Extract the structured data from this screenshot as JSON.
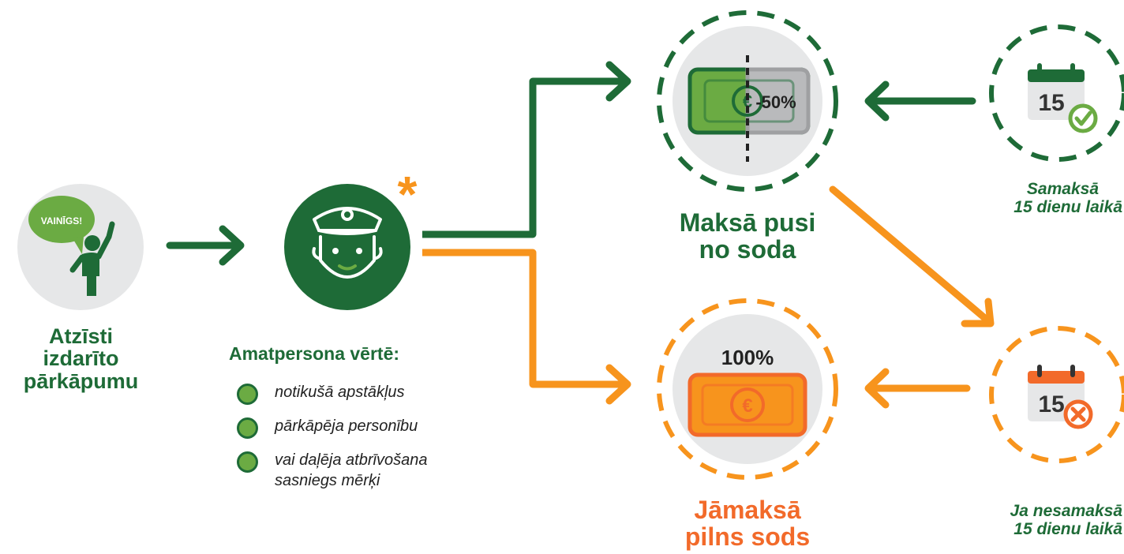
{
  "admit": {
    "bubble": "VAINĪGS!",
    "label_lines": [
      "Atzīsti",
      "izdarīto",
      "pārkāpumu"
    ]
  },
  "official": {
    "asterisk": "*",
    "heading": "Amatpersona vērtē:",
    "criteria": [
      {
        "text": "notikušā apstākļus"
      },
      {
        "text": "pārkāpēja personību"
      },
      {
        "text": "vai daļēja atbrīvošana\nsasniegs mērķi"
      }
    ]
  },
  "half_fine": {
    "badge": "-50%",
    "label_lines": [
      "Maksā pusi",
      "no soda"
    ]
  },
  "full_fine": {
    "badge": "100%",
    "label_lines": [
      "Jāmaksā",
      "pilns sods"
    ]
  },
  "paid_on_time": {
    "day": "15",
    "caption_lines": [
      "Samaksā",
      "15 dienu laikā"
    ]
  },
  "not_paid": {
    "day": "15",
    "caption_lines": [
      "Ja nesamaksā",
      "15 dienu laikā"
    ]
  },
  "colors": {
    "green": "#1e6b37",
    "light_green": "#6bab43",
    "orange": "#f7941d",
    "red_orange": "#f26a2a",
    "gray": "#e6e7e8"
  },
  "icons": [
    "person-waving-icon",
    "speech-bubble-icon",
    "officer-face-icon",
    "banknote-icon",
    "euro-coin-icon",
    "calendar-icon",
    "checkmark-icon",
    "cross-icon"
  ]
}
